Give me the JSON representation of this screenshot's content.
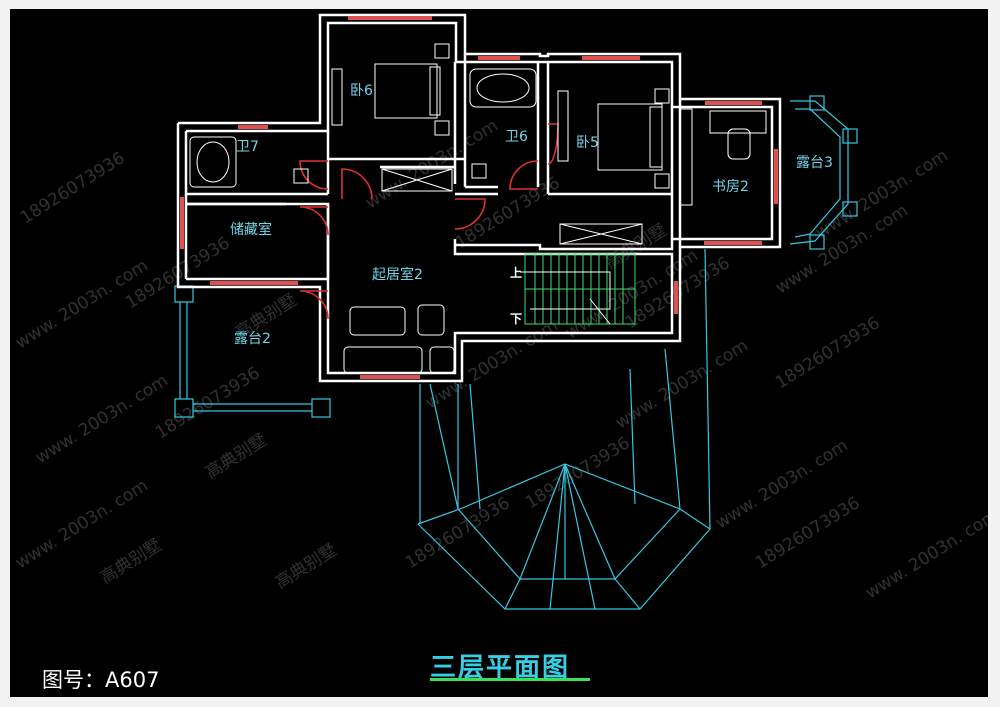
{
  "drawing_title": "三层平面图",
  "drawing_number": "图号：A607",
  "rooms": [
    {
      "key": "bed6",
      "label": "卧6"
    },
    {
      "key": "bath7",
      "label": "卫7"
    },
    {
      "key": "bath6",
      "label": "卫6"
    },
    {
      "key": "bed5",
      "label": "卧5"
    },
    {
      "key": "study2",
      "label": "书房2"
    },
    {
      "key": "terrace3",
      "label": "露台3"
    },
    {
      "key": "storage",
      "label": "储藏室"
    },
    {
      "key": "living2",
      "label": "起居室2"
    },
    {
      "key": "terrace2",
      "label": "露台2"
    }
  ],
  "stair": {
    "up_label": "上",
    "down_label": "下"
  },
  "watermark": {
    "phone": "18926073936",
    "site": "www. 2003n. com",
    "brand": "高典别墅"
  },
  "colors": {
    "background": "#000000",
    "wall": "#ffffff",
    "window": "#e05050",
    "roof": "#35c8e0",
    "title": "#35d0e6"
  }
}
